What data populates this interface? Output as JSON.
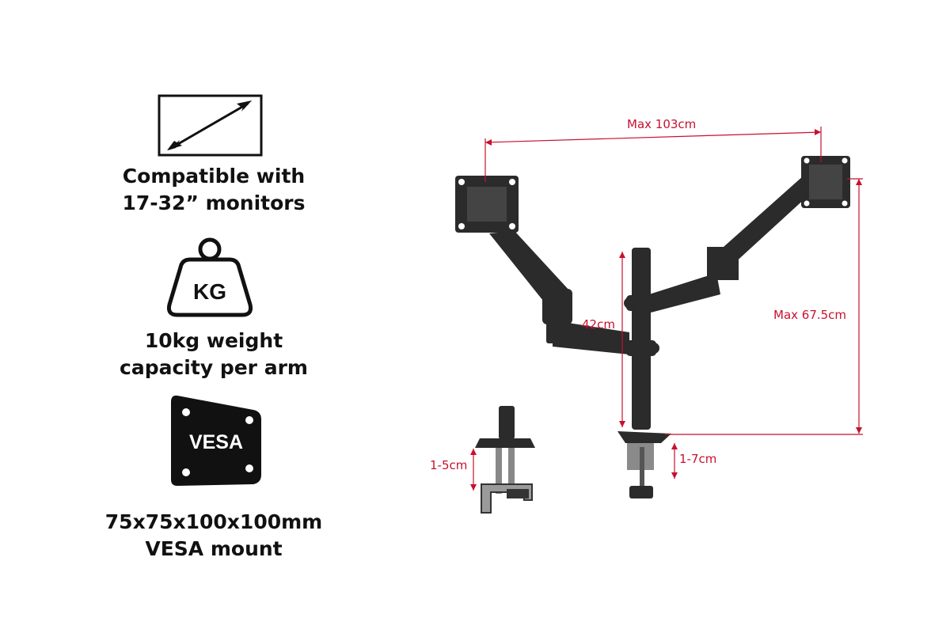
{
  "features": [
    {
      "icon": "diagonal-arrow-icon",
      "line1": "Compatible with",
      "line2": "17-32” monitors"
    },
    {
      "icon": "weight-kg-icon",
      "icon_text": "KG",
      "line1": "10kg weight",
      "line2": "capacity per arm"
    },
    {
      "icon": "vesa-plate-icon",
      "icon_text": "VESA",
      "line1": "75x75x100x100mm",
      "line2": "VESA mount"
    }
  ],
  "dimensions": {
    "width": "Max 103cm",
    "height": "Max 67.5cm",
    "pole": "42cm",
    "grommet": "1-5cm",
    "clamp": "1-7cm"
  },
  "colors": {
    "dimension": "#c8102e",
    "mount": "#2b2b2b",
    "text": "#111111"
  }
}
